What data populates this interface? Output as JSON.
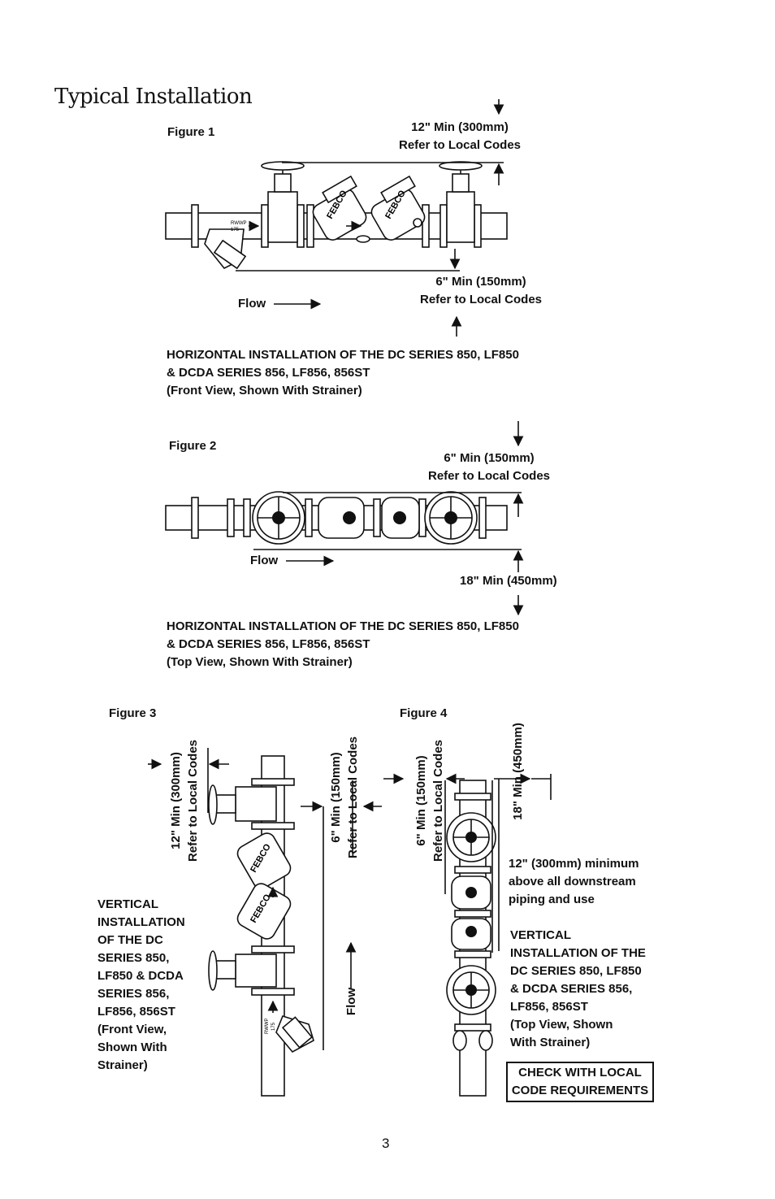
{
  "page": {
    "title": "Typical Installation",
    "page_number": "3"
  },
  "figure1": {
    "label": "Figure 1",
    "top_clearance": [
      "12\" Min (300mm)",
      "Refer to Local Codes"
    ],
    "bottom_clearance": [
      "6\" Min (150mm)",
      "Refer to Local Codes"
    ],
    "flow": "Flow",
    "caption": [
      "HORIZONTAL INSTALLATION OF THE DC SERIES 850, LF850",
      "& DCDA SERIES 856, LF856, 856ST",
      "(Front View, Shown With Strainer)"
    ],
    "device_marks": [
      "FEBCO",
      "FEBCO",
      "RWWP",
      "175"
    ]
  },
  "figure2": {
    "label": "Figure 2",
    "top_clearance": [
      "6\" Min (150mm)",
      "Refer to Local Codes"
    ],
    "bottom_clearance": "18\" Min (450mm)",
    "flow": "Flow",
    "caption": [
      "HORIZONTAL INSTALLATION OF THE DC SERIES 850, LF850",
      "& DCDA SERIES 856, LF856, 856ST",
      "(Top View, Shown With Strainer)"
    ]
  },
  "figure3": {
    "label": "Figure 3",
    "left_clearance": [
      "12\" Min (300mm)",
      "Refer to Local Codes"
    ],
    "right_clearance": [
      "6\" Min (150mm)",
      "Refer to Local Codes"
    ],
    "flow": "Flow",
    "caption": [
      "VERTICAL",
      "INSTALLATION",
      "OF THE DC",
      "SERIES 850,",
      "LF850 & DCDA",
      "SERIES 856,",
      "LF856, 856ST",
      "(Front View,",
      "Shown With",
      "Strainer)"
    ],
    "device_marks": [
      "FEBCO",
      "FEBCO",
      "RWWP",
      "175"
    ]
  },
  "figure4": {
    "label": "Figure 4",
    "left_clearance": [
      "6\" Min (150mm)",
      "Refer to Local Codes"
    ],
    "right_clearance": "18\" Min (450mm)",
    "note": [
      "12\" (300mm) minimum",
      "above all downstream",
      "piping and use"
    ],
    "caption": [
      "VERTICAL",
      "INSTALLATION OF THE",
      "DC SERIES 850, LF850",
      "& DCDA SERIES 856,",
      "LF856, 856ST",
      "(Top View, Shown",
      "With Strainer)"
    ],
    "check_box": [
      "CHECK WITH LOCAL",
      "CODE REQUIREMENTS"
    ]
  }
}
